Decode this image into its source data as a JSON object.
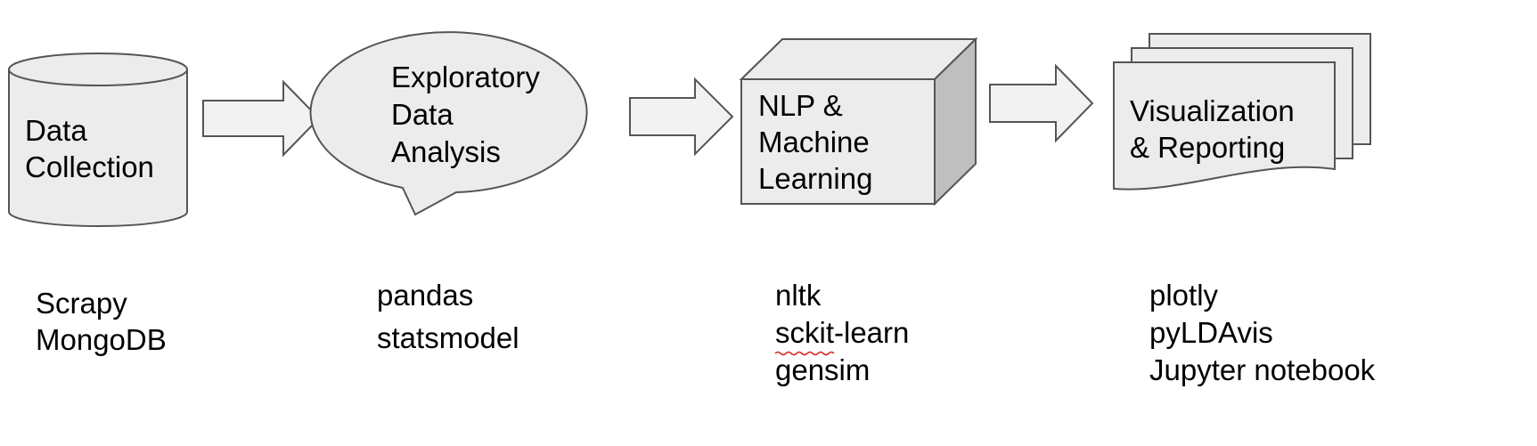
{
  "colors": {
    "shape_fill": "#ececec",
    "shape_side": "#bfbfbf",
    "outline": "#555555",
    "arrow_fill": "#f2f2f2",
    "text": "#000000",
    "spellcheck_underline": "#d93025"
  },
  "stages": [
    {
      "id": "data-collection",
      "shape": "cylinder",
      "lines": [
        "Data",
        "Collection"
      ],
      "tools": [
        "Scrapy",
        "MongoDB"
      ]
    },
    {
      "id": "exploratory-data-analysis",
      "shape": "speech-bubble",
      "lines": [
        "Exploratory",
        "Data",
        "Analysis"
      ],
      "tools": [
        "pandas",
        "statsmodel"
      ]
    },
    {
      "id": "nlp-machine-learning",
      "shape": "cube",
      "lines": [
        "NLP &",
        "Machine",
        "Learning"
      ],
      "tools": [
        "nltk",
        "sckit-learn",
        "gensim"
      ]
    },
    {
      "id": "visualization-reporting",
      "shape": "multi-document",
      "lines": [
        "Visualization",
        "& Reporting"
      ],
      "tools": [
        "plotly",
        "pyLDAvis",
        "Jupyter notebook"
      ]
    }
  ],
  "arrows": [
    {
      "from": "data-collection",
      "to": "exploratory-data-analysis",
      "icon": "block-arrow-right"
    },
    {
      "from": "exploratory-data-analysis",
      "to": "nlp-machine-learning",
      "icon": "block-arrow-right"
    },
    {
      "from": "nlp-machine-learning",
      "to": "visualization-reporting",
      "icon": "block-arrow-right"
    }
  ]
}
